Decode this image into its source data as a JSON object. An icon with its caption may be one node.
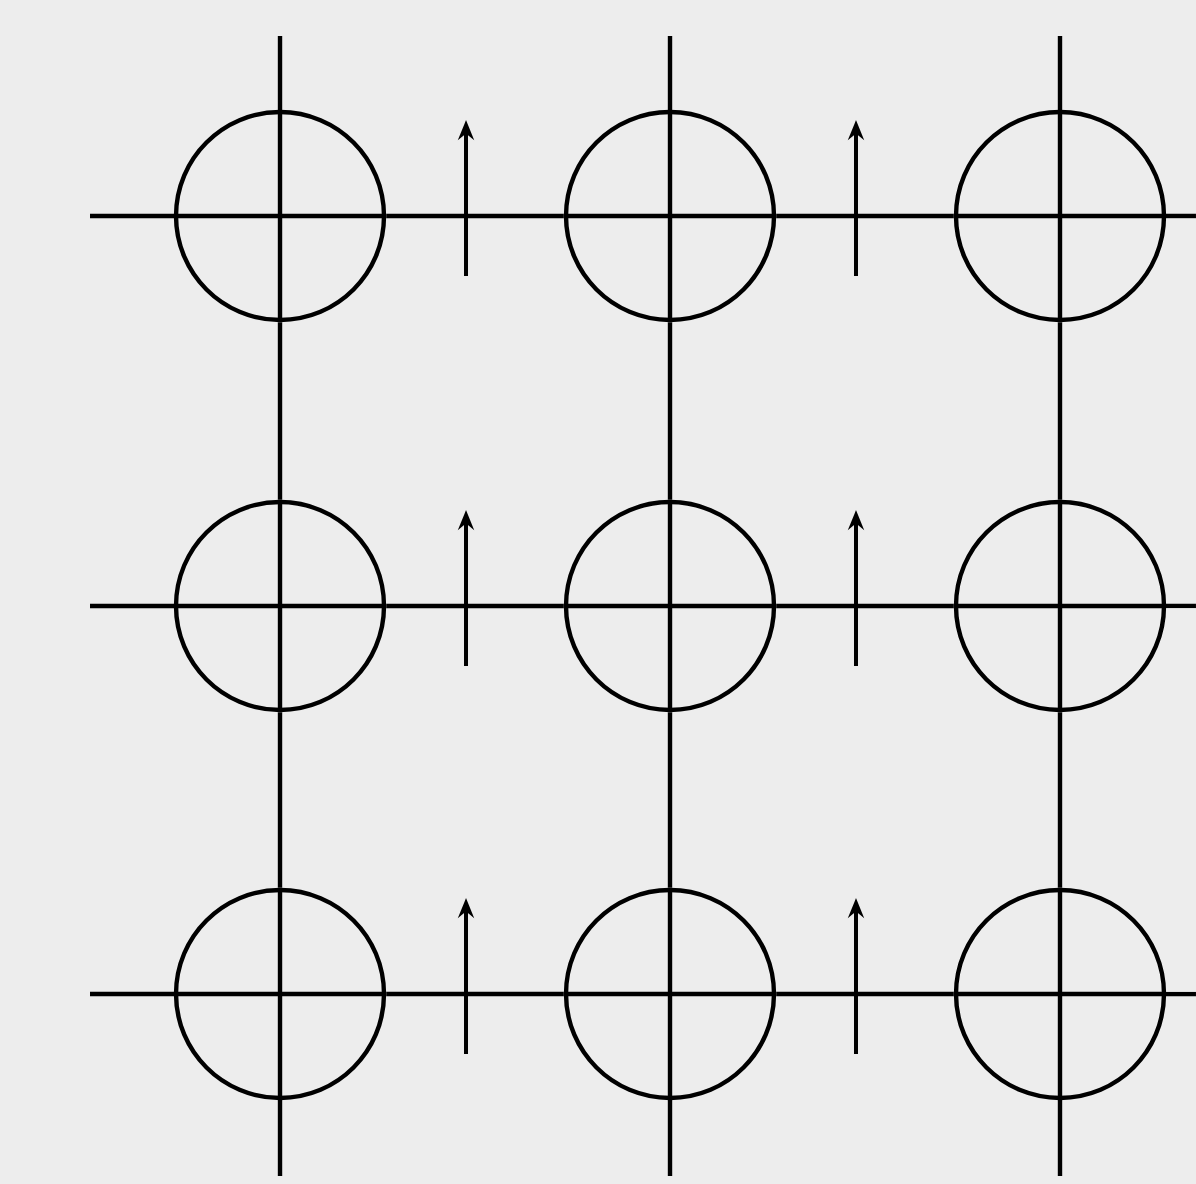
{
  "diagram": {
    "nodes": [
      {
        "text": [],
        "shape": "circle"
      },
      {
        "text": [],
        "shape": "circle"
      },
      {
        "text": [],
        "shape": "circle"
      },
      {
        "text": [],
        "shape": "circle"
      },
      {
        "text": [],
        "shape": "circle"
      },
      {
        "text": [],
        "shape": "circle"
      },
      {
        "text": [],
        "shape": "circle"
      },
      {
        "text": [],
        "shape": "circle"
      },
      {
        "text": [],
        "shape": "circle"
      }
    ],
    "edges": [
      {
        "from": 0,
        "to": 1,
        "arrow": "none"
      },
      {
        "from": 1,
        "to": 2,
        "arrow": "none"
      },
      {
        "from": 3,
        "to": 4,
        "arrow": "none"
      },
      {
        "from": 4,
        "to": 5,
        "arrow": "none"
      },
      {
        "from": 6,
        "to": 7,
        "arrow": "none"
      },
      {
        "from": 7,
        "to": 8,
        "arrow": "none"
      },
      {
        "from": 0,
        "to": 3,
        "arrow": "none"
      },
      {
        "from": 3,
        "to": 6,
        "arrow": "none"
      },
      {
        "from": 1,
        "to": 4,
        "arrow": "none"
      },
      {
        "from": 4,
        "to": 7,
        "arrow": "none"
      },
      {
        "from": 2,
        "to": 5,
        "arrow": "none"
      },
      {
        "from": 5,
        "to": 8,
        "arrow": "none"
      }
    ]
  }
}
